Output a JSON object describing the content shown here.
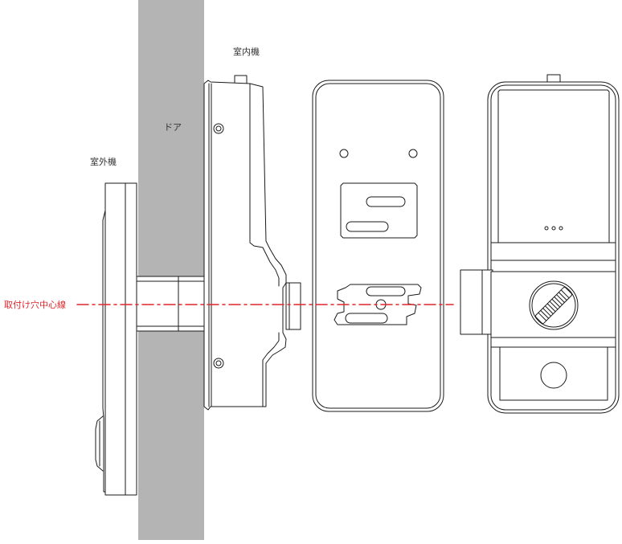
{
  "labels": {
    "indoor_unit": "室内機",
    "door": "ドア",
    "outdoor_unit": "室外機",
    "mounting_hole_center_line": "取付け穴中心線"
  },
  "colors": {
    "door": "#b4b4b4",
    "outline": "#1a1a1a",
    "center_line": "#e0272c",
    "label_text": "#333333"
  }
}
